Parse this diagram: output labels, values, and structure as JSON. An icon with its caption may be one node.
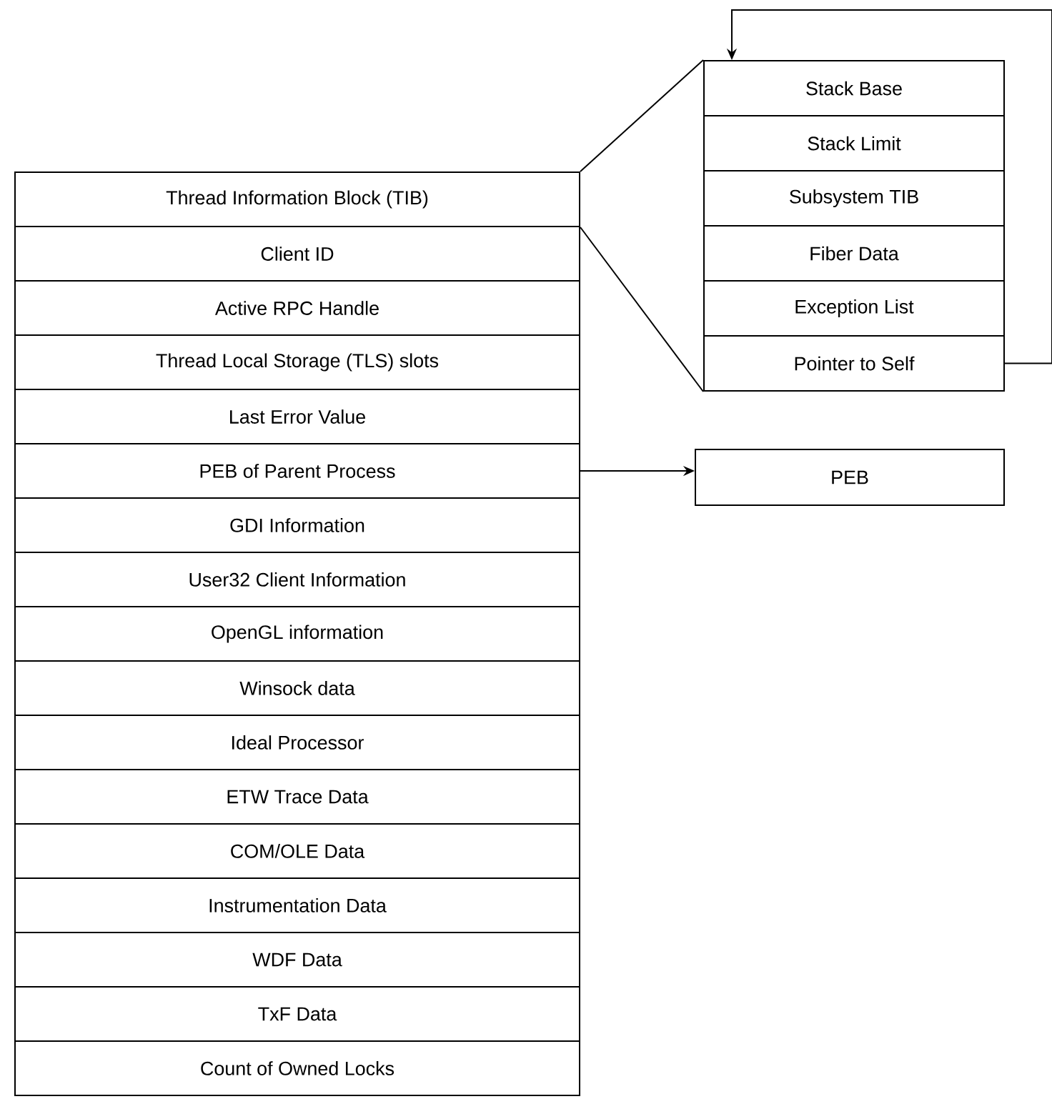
{
  "diagram": {
    "nodes": [
      {
        "text": [
          "Thread Information Block (TIB)"
        ]
      },
      {
        "text": [
          "Client ID"
        ]
      },
      {
        "text": [
          "Active RPC Handle"
        ]
      },
      {
        "text": [
          "Thread Local Storage (TLS) slots"
        ]
      },
      {
        "text": [
          "Last Error Value"
        ]
      },
      {
        "text": [
          "PEB of Parent Process"
        ]
      },
      {
        "text": [
          "GDI Information"
        ]
      },
      {
        "text": [
          "User32 Client Information"
        ]
      },
      {
        "text": [
          "OpenGL information"
        ]
      },
      {
        "text": [
          "Winsock data"
        ]
      },
      {
        "text": [
          "Ideal Processor"
        ]
      },
      {
        "text": [
          "ETW Trace Data"
        ]
      },
      {
        "text": [
          "COM/OLE Data"
        ]
      },
      {
        "text": [
          "Instrumentation Data"
        ]
      },
      {
        "text": [
          "WDF Data"
        ]
      },
      {
        "text": [
          "TxF Data"
        ]
      },
      {
        "text": [
          "Count of Owned Locks"
        ]
      },
      {
        "text": [],
        "shape": "box"
      },
      {
        "text": [
          "Stack Base"
        ],
        "in": 17
      },
      {
        "text": [
          "Stack Limit"
        ],
        "in": 17
      },
      {
        "text": [
          "Subsystem TIB"
        ],
        "in": 17
      },
      {
        "text": [
          "Fiber Data"
        ],
        "in": 17
      },
      {
        "text": [
          "Exception List"
        ],
        "in": 17
      },
      {
        "text": [
          "Pointer to Self"
        ],
        "in": 17
      },
      {
        "text": [
          "PEB"
        ]
      }
    ],
    "edges": [
      {
        "from": 0,
        "to": 17,
        "arrow": "none"
      },
      {
        "from": 0,
        "to": 17,
        "arrow": "none"
      },
      {
        "from": 5,
        "to": 24,
        "arrow": "to"
      },
      {
        "from": 23,
        "to": 18,
        "arrow": "to"
      }
    ]
  }
}
